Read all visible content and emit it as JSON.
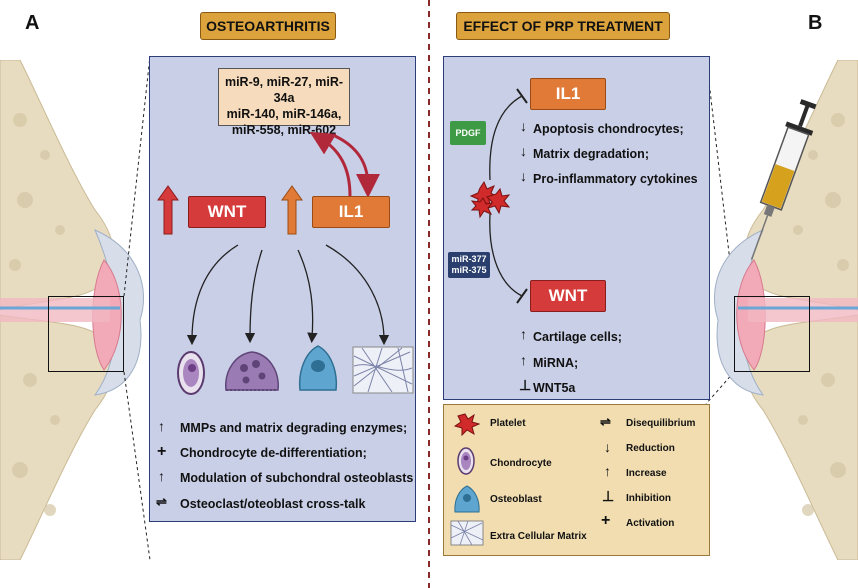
{
  "labels": {
    "panel_a": "A",
    "panel_b": "B"
  },
  "left": {
    "title": "OSTEOARTHRITIS",
    "mirnas": [
      "miR-9, miR-27, miR-34a",
      "miR-140, miR-146a,",
      "miR-558, miR-602"
    ],
    "wnt": "WNT",
    "il1": "IL1",
    "effects": [
      "MMPs and matrix degrading enzymes;",
      "Chondrocyte de-differentiation;",
      "Modulation of  subchondral osteoblasts",
      "Osteoclast/oteoblast cross-talk"
    ]
  },
  "right": {
    "title": "EFFECT OF PRP TREATMENT",
    "pdgf": "PDGF",
    "mir_tag": [
      "miR-377",
      "miR-375"
    ],
    "il1": "IL1",
    "wnt": "WNT",
    "il1_effects": [
      "Apoptosis chondrocytes;",
      "Matrix degradation;",
      "Pro-inflammatory cytokines"
    ],
    "wnt_effects": [
      "Cartilage cells;",
      "MiRNA;",
      "WNT5a"
    ]
  },
  "legend": {
    "items_left": [
      "Platelet",
      "Chondrocyte",
      "Osteoblast",
      "Extra Cellular Matrix"
    ],
    "items_right": [
      "Disequilibrium",
      "Reduction",
      "Increase",
      "Inhibition",
      "Activation"
    ]
  },
  "colors": {
    "wnt": "#d63b3c",
    "il1": "#e07a36",
    "panel": "#c9cfe7",
    "title": "#dca23c",
    "legend": "#f1ddb0",
    "pdgf": "#3e9a44",
    "mir_tag": "#2a3f6e"
  }
}
